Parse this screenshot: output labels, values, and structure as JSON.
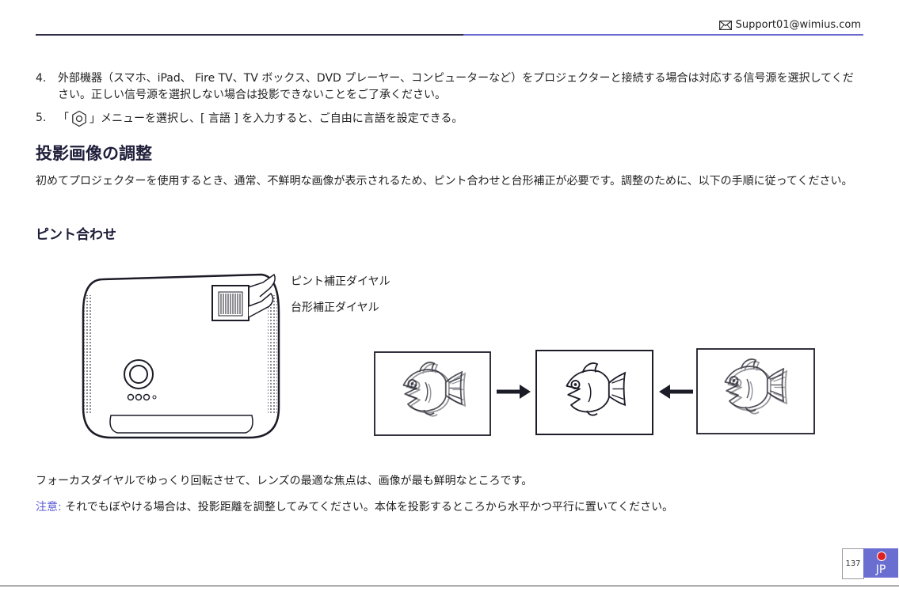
{
  "header": {
    "email": "Support01@wimius.com"
  },
  "steps": [
    {
      "num": "4.",
      "text": "外部機器（スマホ、iPad、 Fire TV、TV ボックス、DVD プレーヤー、コンピューターなど）をプロジェクターと接続する場合は対応する信号源を選択してください。正しい信号源を選択しない場合は投影できないことをご了承ください。"
    },
    {
      "num": "5.",
      "pre": "「",
      "post": "」メニューを選択し、[ 言語 ] を入力すると、ご自由に言語を設定できる。"
    }
  ],
  "section": {
    "title": "投影画像の調整",
    "paragraph": "初めてプロジェクターを使用するとき、通常、不鮮明な画像が表示されるため、ピント合わせと台形補正が必要です。調整のために、以下の手順に従ってください。",
    "subtitle": "ピント合わせ"
  },
  "figure": {
    "focus_dial_label": "ピント補正ダイヤル",
    "keystone_dial_label": "台形補正ダイヤル"
  },
  "focus_text": "フォーカスダイヤルでゆっくり回転させて、レンズの最適な焦点は、画像が最も鮮明なところです。",
  "note": {
    "label": "注意:",
    "text": "それでもぼやける場合は、投影距離を調整してみてください。本体を投影するところから水平かつ平行に置いてください。"
  },
  "footer": {
    "page_number": "137",
    "lang_code": "JP"
  },
  "icons": [
    "mail-icon",
    "gear-icon",
    "japan-flag-icon",
    "arrow-right-icon",
    "arrow-left-icon"
  ],
  "colors": {
    "accent": "#6a6ed0",
    "note_label": "#5a5ad6",
    "flag_red": "#e02020"
  }
}
